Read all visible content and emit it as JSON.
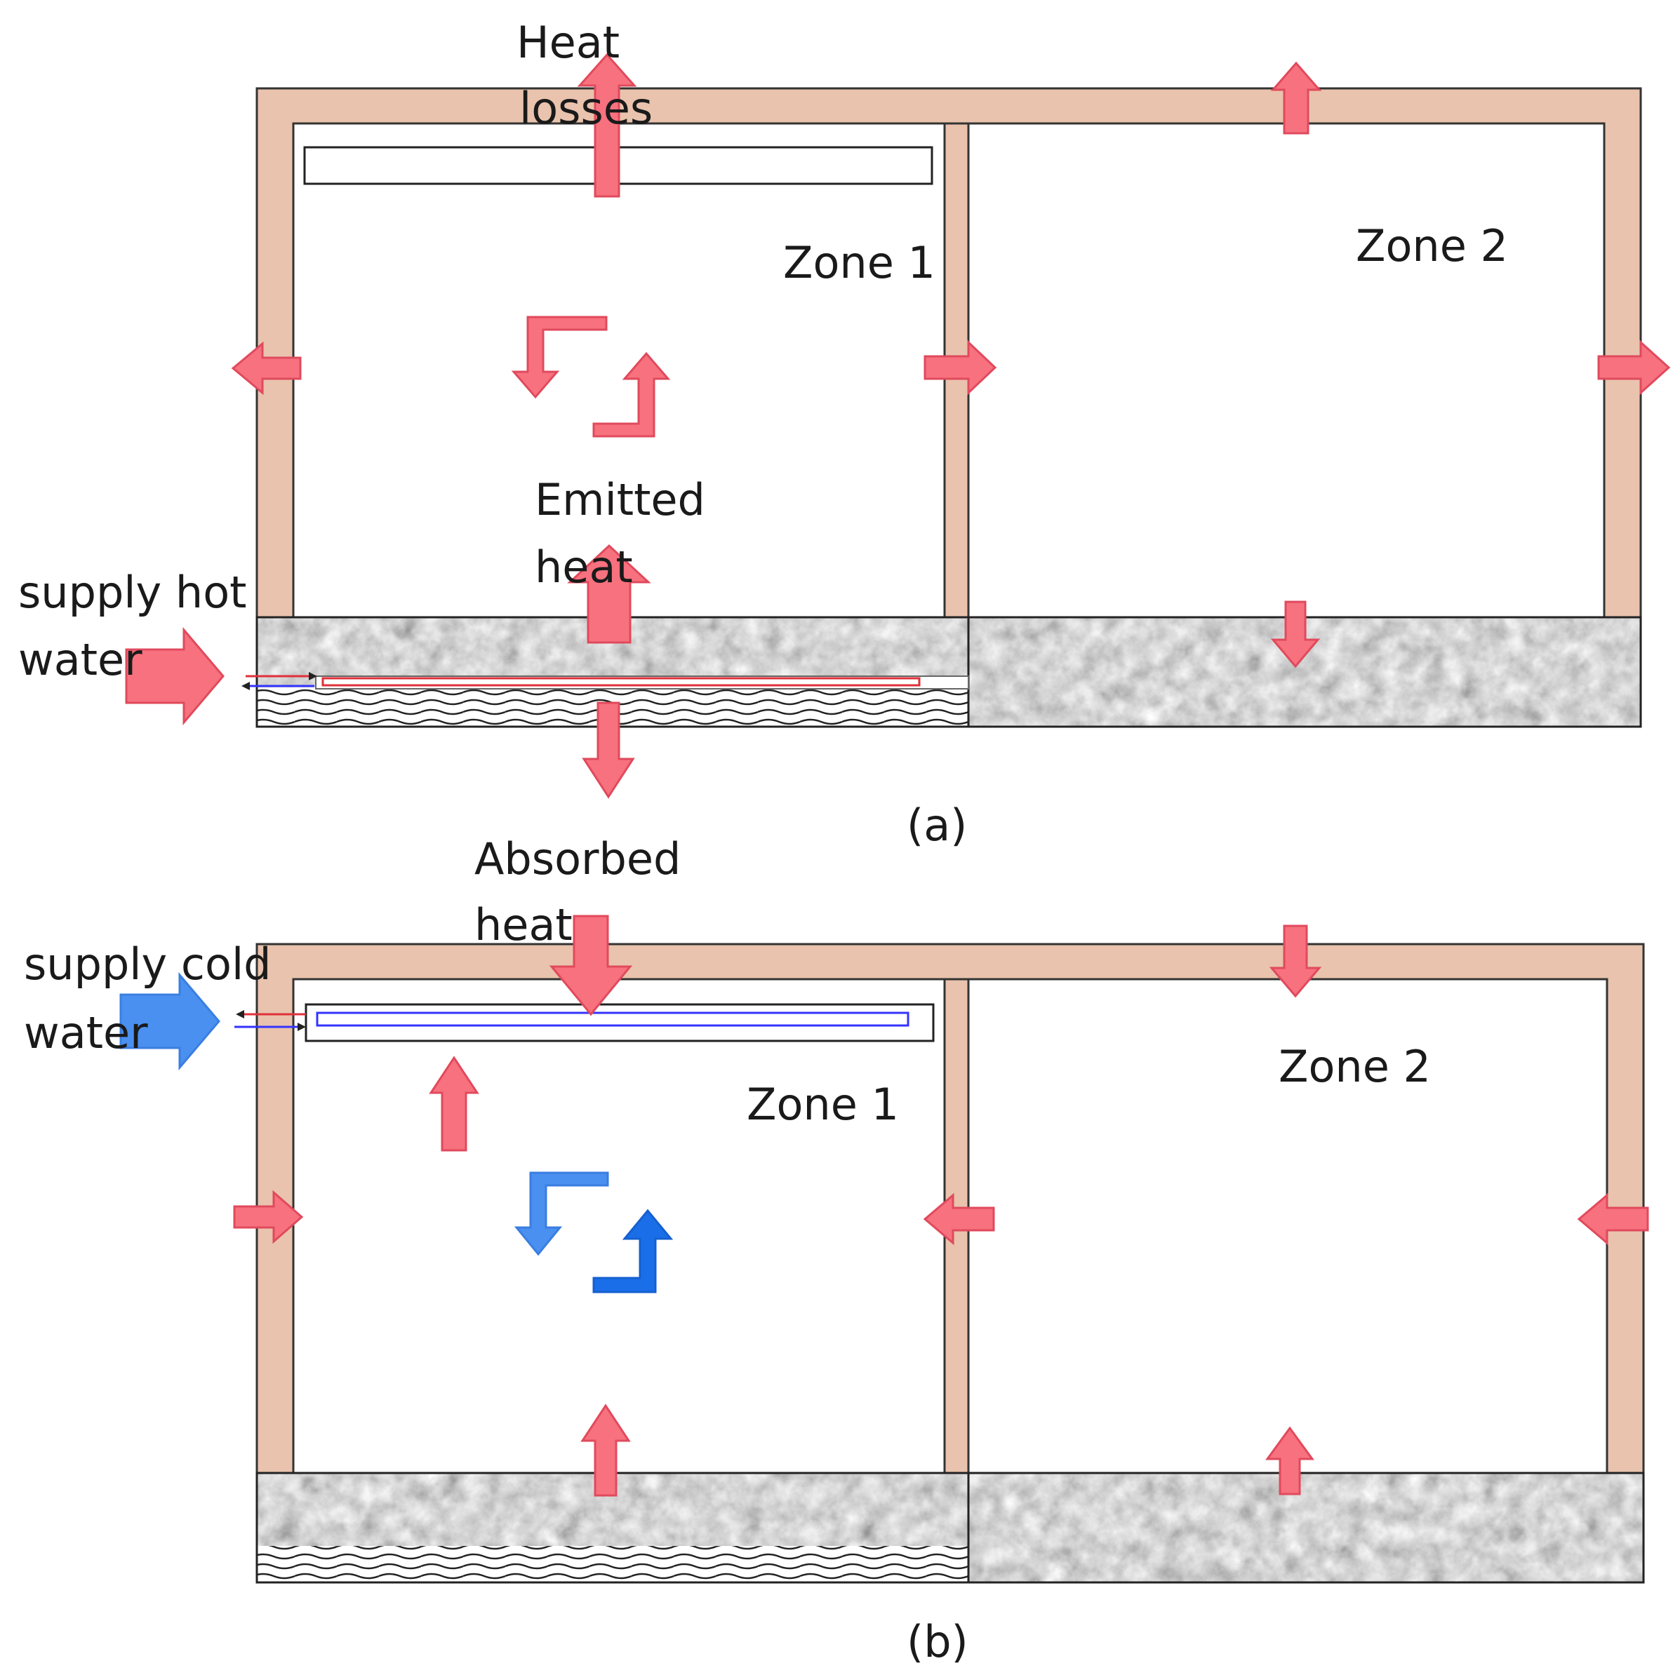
{
  "colors": {
    "wall": "#e9c3ad",
    "wall_stroke": "#333333",
    "heat_arrow": "#f7717f",
    "heat_arrow_stroke": "#e04a5c",
    "cold_arrow": "#4a90f0",
    "cold_pipe": "#3333ff",
    "hot_pipe": "#e0303a",
    "ground": "#8c8c8c",
    "insulation_line": "#222222"
  },
  "panel_a": {
    "caption": "(a)",
    "zone1": "Zone 1",
    "zone2": "Zone 2",
    "heat_losses_line1": "Heat",
    "heat_losses_line2": "losses",
    "emitted_line1": "Emitted",
    "emitted_line2": "heat",
    "supply_line1": "supply hot",
    "supply_line2": "water"
  },
  "panel_b": {
    "caption": "(b)",
    "zone1": "Zone 1",
    "zone2": "Zone 2",
    "absorbed_line1": "Absorbed",
    "absorbed_line2": "heat",
    "supply_line1": "supply cold",
    "supply_line2": "water"
  }
}
